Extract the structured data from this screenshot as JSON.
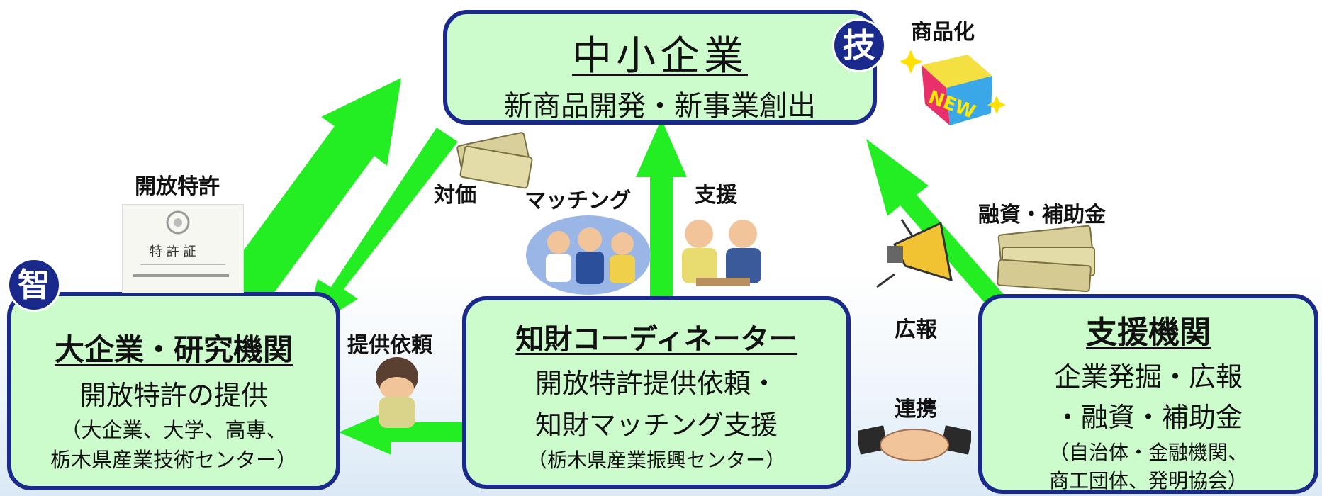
{
  "boxes": {
    "sme": {
      "title": "中小企業",
      "line1": "新商品開発・新事業創出"
    },
    "large": {
      "title": "大企業・研究機関",
      "line1": "開放特許の提供",
      "line2": "（大企業、大学、高専、",
      "line3": "栃木県産業技術センター）"
    },
    "coordinator": {
      "title": "知財コーディネーター",
      "line1": "開放特許提供依頼・",
      "line2": "知財マッチング支援",
      "line3": "（栃木県産業振興センター）"
    },
    "support": {
      "title": "支援機関",
      "line1": "企業発掘・広報",
      "line2": "・融資・補助金",
      "line3": "（自治体・金融機関、",
      "line4": "商工団体、発明協会）"
    }
  },
  "badges": {
    "tech": "技",
    "wisdom": "智"
  },
  "labels": {
    "commercialization": "商品化",
    "open_patent": "開放特許",
    "compensation": "対価",
    "matching": "マッチング",
    "support": "支援",
    "financing": "融資・補助金",
    "pr": "広報",
    "provision_request": "提供依頼",
    "cooperation": "連携"
  },
  "pictures": {
    "new_cube": "NEW",
    "certificate": "特 許 証"
  },
  "colors": {
    "box_fill": "#ccfccc",
    "box_border": "#1a2a8c",
    "arrow": "#22ee22",
    "badge": "#1a2a8c"
  }
}
